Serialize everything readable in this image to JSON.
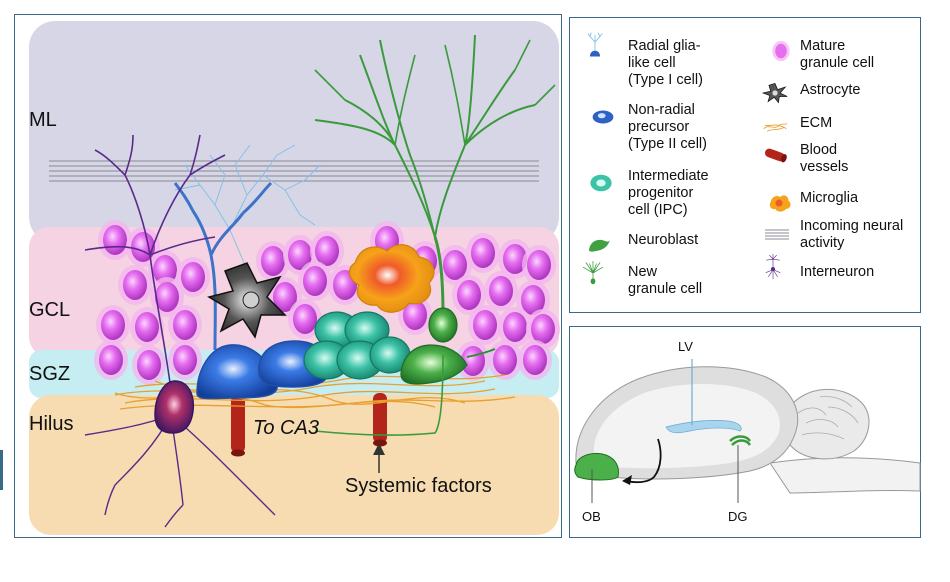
{
  "main": {
    "layers": [
      {
        "id": "ml",
        "label": "ML",
        "color": "#d6d6e6"
      },
      {
        "id": "gcl",
        "label": "GCL",
        "color": "#f6d3e3"
      },
      {
        "id": "sgz",
        "label": "SGZ",
        "color": "#c6eef2"
      },
      {
        "id": "hilus",
        "label": "Hilus",
        "color": "#f6dcb0"
      }
    ],
    "to_ca3": "To CA3",
    "systemic_factors": "Systemic factors"
  },
  "legend": {
    "left": [
      {
        "text": "Radial glia-\nlike cell\n(Type I cell)",
        "icon": "radial-glia-icon"
      },
      {
        "text": "Non-radial\nprecursor\n(Type II cell)",
        "icon": "non-radial-precursor-icon"
      },
      {
        "text": "Intermediate\nprogenitor\ncell (IPC)",
        "icon": "ipc-icon"
      },
      {
        "text": "Neuroblast",
        "icon": "neuroblast-icon"
      },
      {
        "text": "New\ngranule cell",
        "icon": "new-granule-cell-icon"
      }
    ],
    "right": [
      {
        "text": "Mature\ngranule cell",
        "icon": "mature-granule-cell-icon"
      },
      {
        "text": "Astrocyte",
        "icon": "astrocyte-icon"
      },
      {
        "text": "ECM",
        "icon": "ecm-icon"
      },
      {
        "text": "Blood\nvessels",
        "icon": "blood-vessel-icon"
      },
      {
        "text": "Microglia",
        "icon": "microglia-icon"
      },
      {
        "text": "Incoming neural\nactivity",
        "icon": "neural-activity-icon"
      },
      {
        "text": "Interneuron",
        "icon": "interneuron-icon"
      }
    ]
  },
  "brain": {
    "lv": "LV",
    "ob": "OB",
    "dg": "DG"
  }
}
